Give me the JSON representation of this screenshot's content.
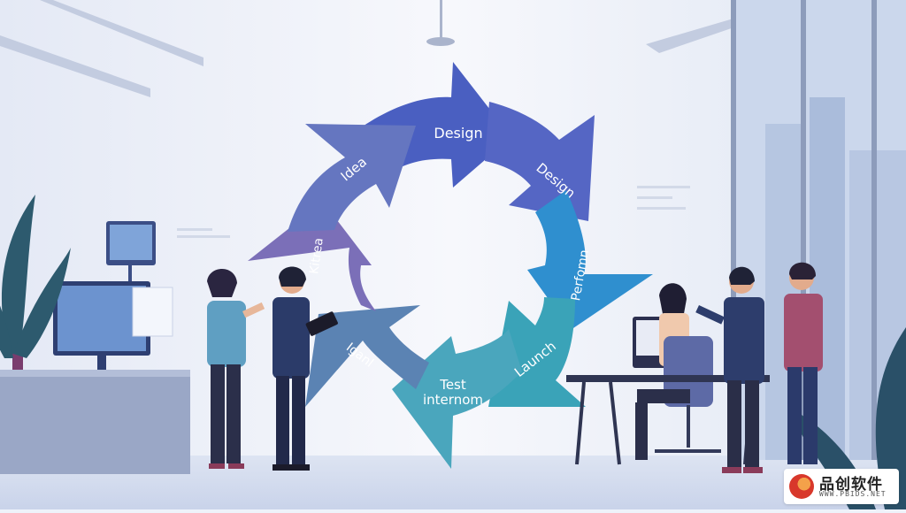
{
  "cycle": {
    "labels": [
      "Design",
      "Design",
      "Perfomn",
      "Launch",
      "Test internom",
      "Iganl",
      "Kitrea",
      "Idea"
    ]
  },
  "watermark": {
    "title": "品创软件",
    "url": "WWW.PBIDS.NET"
  },
  "colors": {
    "arrow_design_top": "#4a5fc1",
    "arrow_design_right": "#5566c4",
    "arrow_perform": "#2f8fcf",
    "arrow_launch": "#3aa3b8",
    "arrow_test": "#4aa6bd",
    "arrow_iganl": "#5b83b3",
    "arrow_kitrea": "#7b6fb8",
    "arrow_idea": "#6576c0"
  }
}
